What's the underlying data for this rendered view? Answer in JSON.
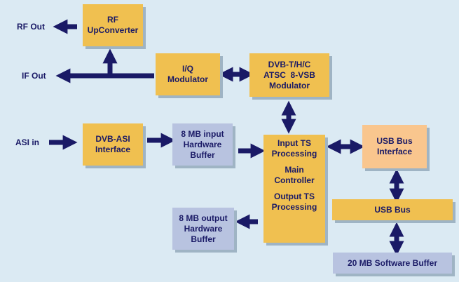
{
  "labels": {
    "rf_out": "RF Out",
    "if_out": "IF Out",
    "asi_in": "ASI in"
  },
  "boxes": {
    "rf_upconverter": [
      "RF",
      "UpConverter"
    ],
    "iq_modulator": [
      "I/Q",
      "Modulator"
    ],
    "dvb_modulator": [
      "DVB-T/H/C",
      "ATSC  8-VSB",
      "Modulator"
    ],
    "dvb_asi": [
      "DVB-ASI",
      "Interface"
    ],
    "input_buffer": [
      "8 MB input",
      "Hardware",
      "Buffer"
    ],
    "main": [
      "Input TS",
      "Processing",
      "Main",
      "Controller",
      "Output TS",
      "Processing"
    ],
    "usb_interface": [
      "USB Bus",
      "Interface"
    ],
    "usb_bus": [
      "USB Bus"
    ],
    "output_buffer": [
      "8 MB output",
      "Hardware",
      "Buffer"
    ],
    "software_buffer": [
      "20 MB Software Buffer"
    ]
  },
  "colors": {
    "background": "#dbeaf3",
    "arrow": "#1a1a66",
    "orange_box": "#f0c050",
    "peach_box": "#f9c68e",
    "lavender_box": "#b8c3e0",
    "shadow": "#9fb4c4"
  }
}
